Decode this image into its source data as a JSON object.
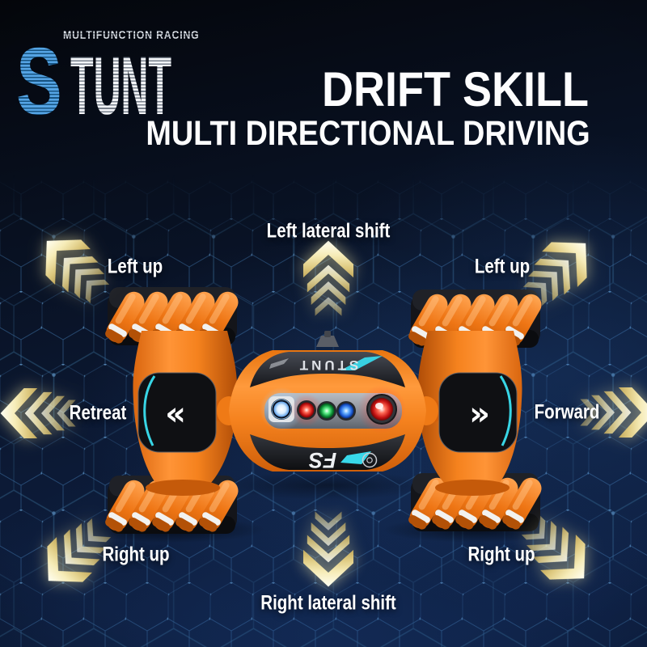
{
  "logo": {
    "tagline": "MULTIFUNCTION RACING",
    "initial": "S",
    "rest": "TUNT"
  },
  "headline": {
    "line1": "DRIFT SKILL",
    "line2": "MULTI DIRECTIONAL DRIVING"
  },
  "directions": {
    "top": "Left lateral shift",
    "top_left": "Left up",
    "top_right": "Left up",
    "left": "Retreat",
    "right": "Forward",
    "bottom_left": "Right up",
    "bottom_right": "Right up",
    "bottom": "Right lateral shift"
  },
  "car": {
    "deck_label": "STUNT",
    "hood_label": "FS",
    "left_panel_chevrons": "«",
    "right_panel_chevrons": "»",
    "lights": [
      "white-blue",
      "red",
      "green",
      "blue",
      "red"
    ]
  },
  "colors": {
    "background_navy": "#0e2044",
    "accent_orange": "#f5821e",
    "accent_cyan": "#38d8ea",
    "arrow_cream": "#f3e6ab",
    "logo_blue": "#2e82c4",
    "text_white": "#ffffff"
  }
}
